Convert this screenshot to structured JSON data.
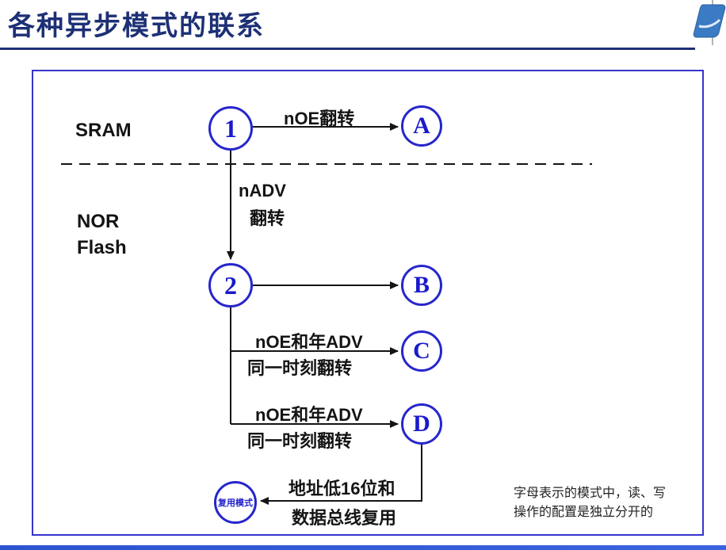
{
  "slide": {
    "title": "各种异步模式的联系",
    "colors": {
      "title_navy": "#1d3076",
      "diagram_border_blue": "#3535cc",
      "node_blue": "#2626cc",
      "connector_black": "#141414",
      "footer_blue": "#2d53cf"
    }
  },
  "diagram": {
    "row_labels": {
      "sram": "SRAM",
      "nor": "NOR",
      "flash": "Flash"
    },
    "nodes": {
      "n1": "1",
      "n2": "2",
      "a": "A",
      "b": "B",
      "c": "C",
      "d": "D",
      "mux": "复用模式"
    },
    "edges": {
      "noe_toggle": "nOE翻转",
      "nadv_line1": "nADV",
      "nadv_line2": "翻转",
      "c_line1": "nOE和年ADV",
      "c_line2": "同一时刻翻转",
      "d_line1": "nOE和年ADV",
      "d_line2": "同一时刻翻转",
      "mux_line1": "地址低16位和",
      "mux_line2": "数据总线复用"
    },
    "note": {
      "line1": "字母表示的模式中，读、写",
      "line2": "操作的配置是独立分开的"
    }
  }
}
